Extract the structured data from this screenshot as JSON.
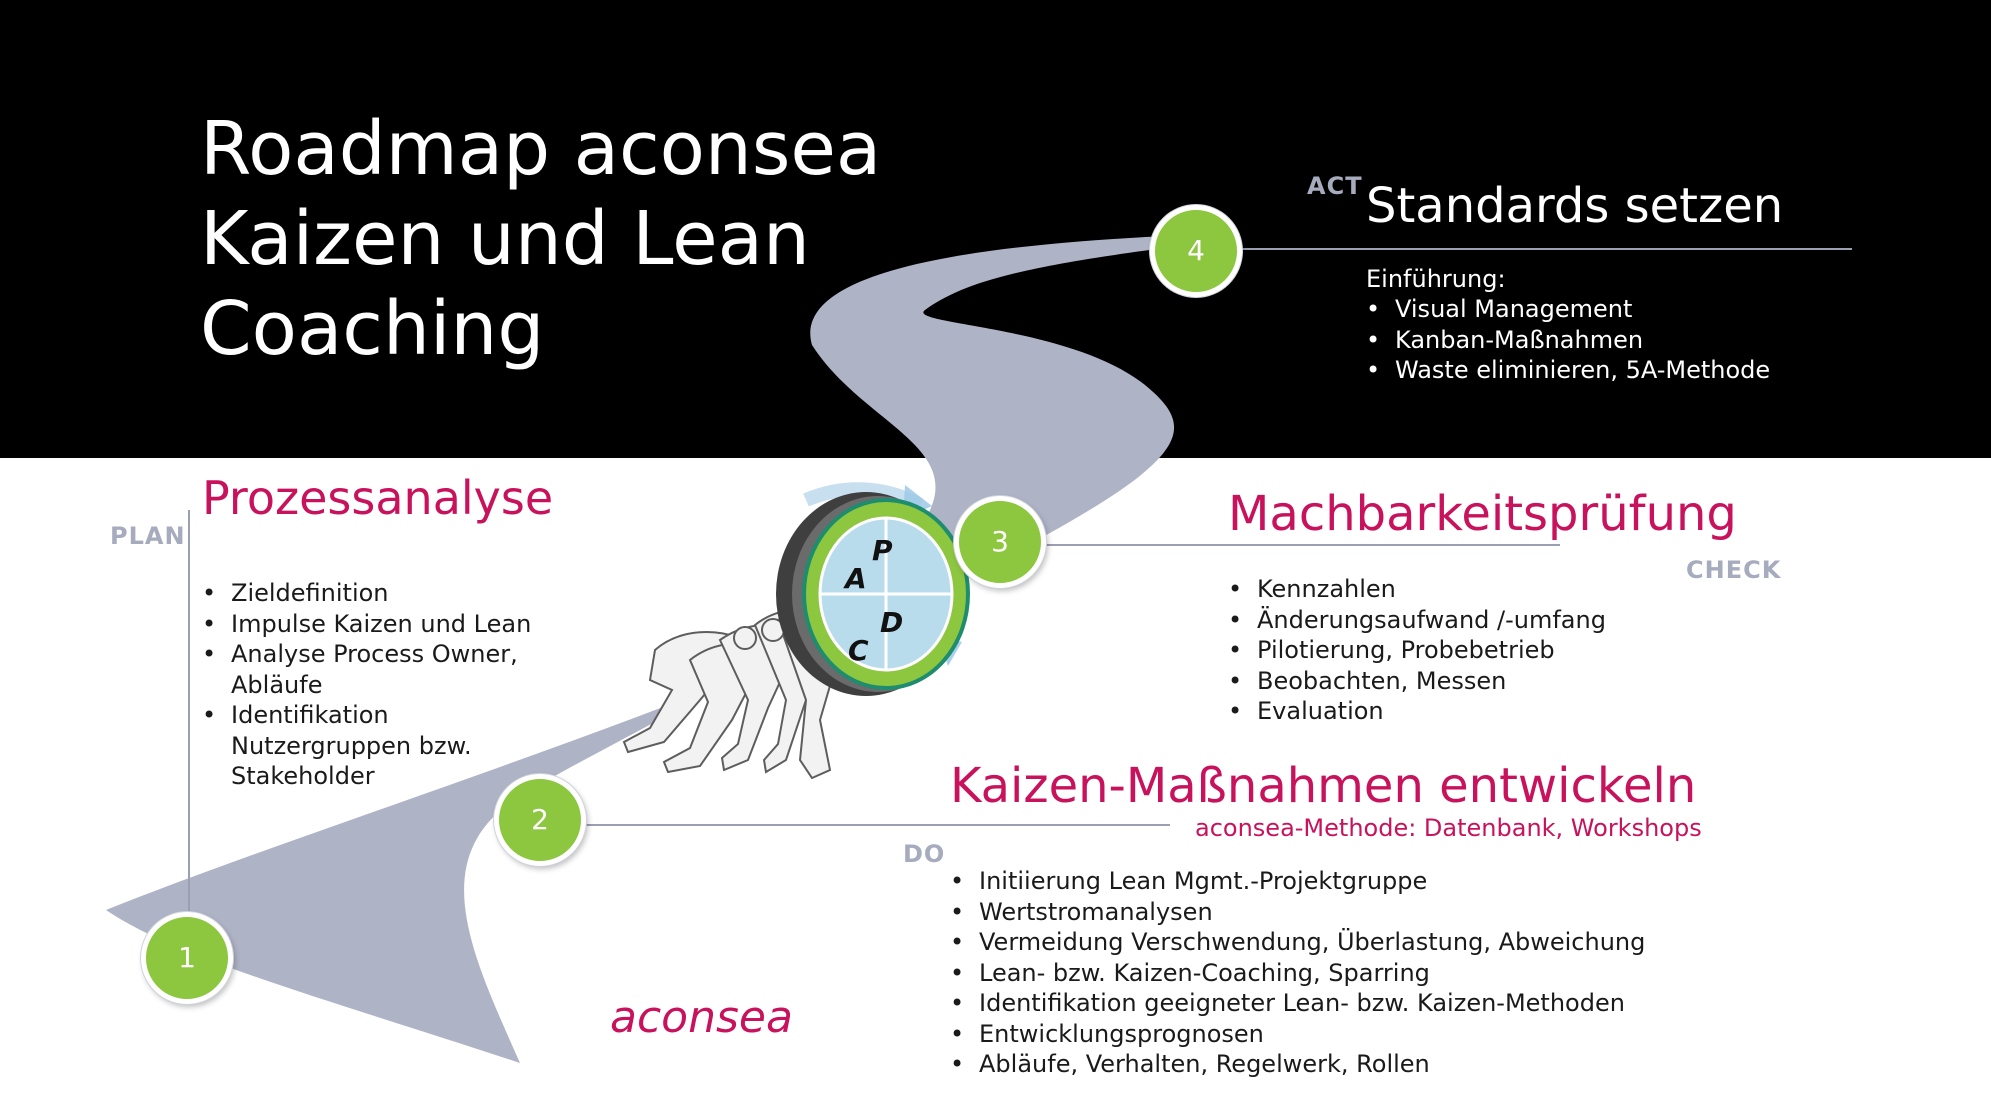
{
  "title": {
    "line1": "Roadmap aconsea",
    "line2": "Kaizen und Lean",
    "line3": "Coaching"
  },
  "logo": "aconsea",
  "pdca_labels": [
    "A",
    "P",
    "C",
    "D"
  ],
  "steps": [
    {
      "number": "1",
      "phase": "PLAN",
      "heading": "Prozessanalyse",
      "items": [
        "Zieldefinition",
        "Impulse Kaizen und Lean",
        "Analyse Process Owner, Abläufe",
        "Identifikation Nutzergruppen bzw. Stakeholder"
      ]
    },
    {
      "number": "2",
      "phase": "DO",
      "heading": "Kaizen-Maßnahmen entwickeln",
      "subheading": "aconsea-Methode: Datenbank, Workshops",
      "items": [
        "Initiierung Lean Mgmt.-Projektgruppe",
        "Wertstromanalysen",
        "Vermeidung Verschwendung, Überlastung, Abweichung",
        "Lean- bzw. Kaizen-Coaching, Sparring",
        "Identifikation geeigneter Lean- bzw. Kaizen-Methoden",
        "Entwicklungsprognosen",
        "Abläufe, Verhalten, Regelwerk, Rollen"
      ]
    },
    {
      "number": "3",
      "phase": "CHECK",
      "heading": "Machbarkeitsprüfung",
      "items": [
        "Kennzahlen",
        "Änderungsaufwand /-umfang",
        "Pilotierung, Probebetrieb",
        "Beobachten, Messen",
        "Evaluation"
      ]
    },
    {
      "number": "4",
      "phase": "ACT",
      "heading": "Standards setzen",
      "intro": "Einführung:",
      "items": [
        "Visual Management",
        "Kanban-Maßnahmen",
        "Waste eliminieren, 5A-Methode"
      ]
    }
  ],
  "colors": {
    "background_top": "#000000",
    "background_bottom": "#ffffff",
    "road": "#aeb3c6",
    "accent": "#c8135c",
    "step_circle": "#8dc63f",
    "phase_label": "#a6abbd"
  }
}
